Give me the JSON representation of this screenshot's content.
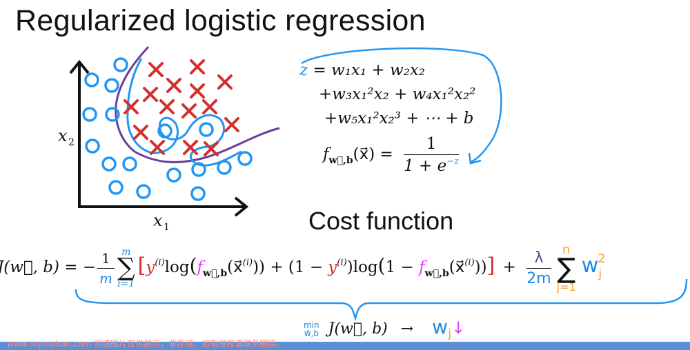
{
  "title": "Regularized logistic regression",
  "section_title": "Cost function",
  "plot": {
    "x_label": "x",
    "x_label_sub": "1",
    "y_label": "x",
    "y_label_sub": "2"
  },
  "z_equation": {
    "lhs": "z",
    "line1": "= w₁x₁ + w₂x₂",
    "line2": "+w₃x₁²x₂ + w₄x₁²x₂²",
    "line3": "+w₅x₁²x₂³ + ⋯ + b"
  },
  "f_equation": {
    "lhs": "f",
    "lhs_sub": "w⃗,b",
    "arg": "(x⃗) =",
    "numerator": "1",
    "denominator": "1 + e",
    "exponent": "−z"
  },
  "cost_equation": {
    "lhs": "J(w⃗, b) = −",
    "frac_num": "1",
    "frac_den": "m",
    "sum_top": "m",
    "sum_bottom": "i=1",
    "bracket_open": "[",
    "y_term": "y",
    "sup_i": "(i)",
    "log1": "log",
    "f_term": "f",
    "f_sub": "w⃗,b",
    "x_arg": "(x⃗",
    "x_arg_close": ")",
    "middle": ") + (1 − ",
    "log2": "log",
    "bracket_close": "]",
    "lambda": "λ",
    "two_m": "2m",
    "plus": "+",
    "sum2_top": "n",
    "sum2_bottom": "j=1",
    "w_term": "w",
    "w_sub": "j",
    "w_sup": "2"
  },
  "minimize": {
    "min_label": "min",
    "min_sub": "w⃗,b",
    "expr": "J(w⃗, b)",
    "arrow": "→",
    "w_term": "w",
    "w_sub": "j",
    "down_arrow": "↓"
  },
  "colors": {
    "blue_annotation": "#2196f3",
    "red_x": "#d32f2f",
    "purple_boundary": "#6a3d9a",
    "magenta": "#e040fb",
    "orange": "#f5a623"
  },
  "watermark": "www.toymoban.com 网络图片仅供展示，非存储，如有侵权请联系删除。"
}
